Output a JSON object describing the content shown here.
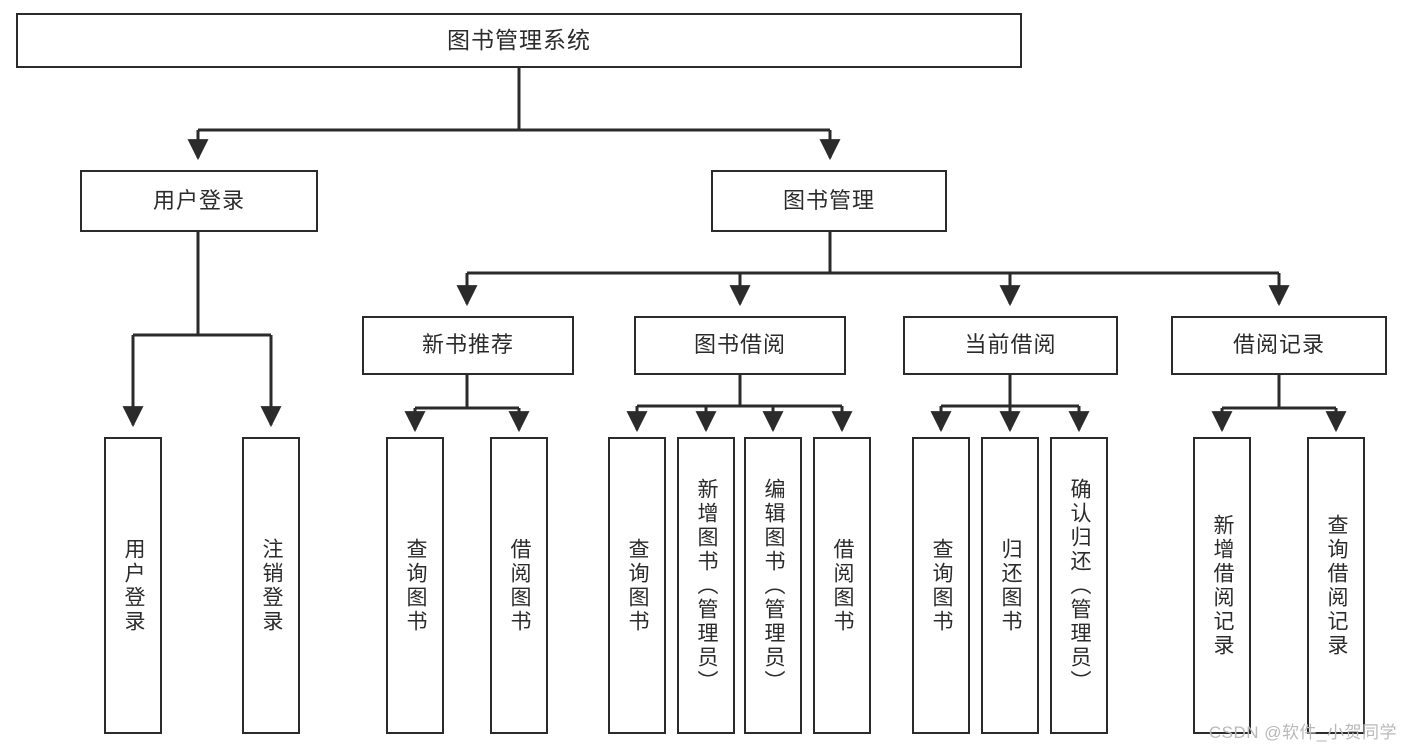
{
  "diagram": {
    "title": "图书管理系统",
    "type": "tree-hierarchy-diagram",
    "colors": {
      "stroke": "#2b2b2b",
      "fill": "#ffffff",
      "text": "#2b2b2b",
      "watermark": "#b9b9b9"
    },
    "levels": {
      "root": {
        "label": "图书管理系统"
      },
      "level2": [
        {
          "label": "用户登录"
        },
        {
          "label": "图书管理"
        }
      ],
      "level3": [
        {
          "label": "新书推荐"
        },
        {
          "label": "图书借阅"
        },
        {
          "label": "当前借阅"
        },
        {
          "label": "借阅记录"
        }
      ],
      "leaves": {
        "user_login": [
          {
            "label": "用户登录"
          },
          {
            "label": "注销登录"
          }
        ],
        "new_book_recommend": [
          {
            "label": "查询图书"
          },
          {
            "label": "借阅图书"
          }
        ],
        "book_borrow": [
          {
            "label": "查询图书"
          },
          {
            "label": "新增图书（管理员）"
          },
          {
            "label": "编辑图书（管理员）"
          },
          {
            "label": "借阅图书"
          }
        ],
        "current_borrow": [
          {
            "label": "查询图书"
          },
          {
            "label": "归还图书"
          },
          {
            "label": "确认归还（管理员）"
          }
        ],
        "borrow_record": [
          {
            "label": "新增借阅记录"
          },
          {
            "label": "查询借阅记录"
          }
        ]
      }
    }
  },
  "watermark": {
    "text": "CSDN @软件_小贺同学"
  }
}
